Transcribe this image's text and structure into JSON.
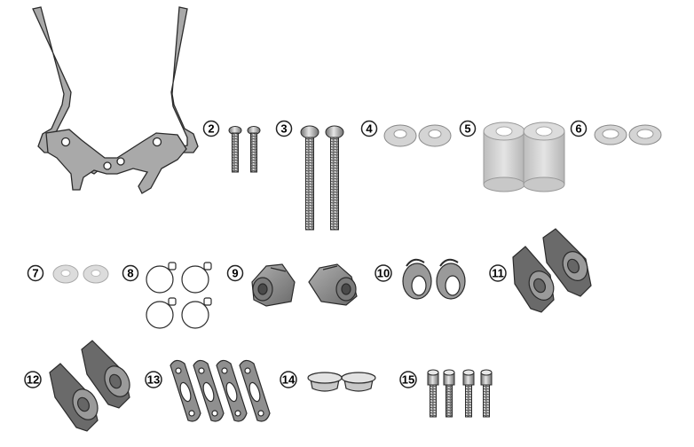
{
  "labels": {
    "p2": "2",
    "p3": "3",
    "p4": "4",
    "p5": "5",
    "p6": "6",
    "p7": "7",
    "p8": "8",
    "p9": "9",
    "p10": "10",
    "p11": "11",
    "p12": "12",
    "p13": "13",
    "p14": "14",
    "p15": "15"
  },
  "colors": {
    "metal": "#a9a9a9",
    "metal_light": "#d4d4d4",
    "rubber": "#8f8f8f",
    "rubber_dark": "#5a5a5a",
    "outline": "#2b2b2b"
  }
}
